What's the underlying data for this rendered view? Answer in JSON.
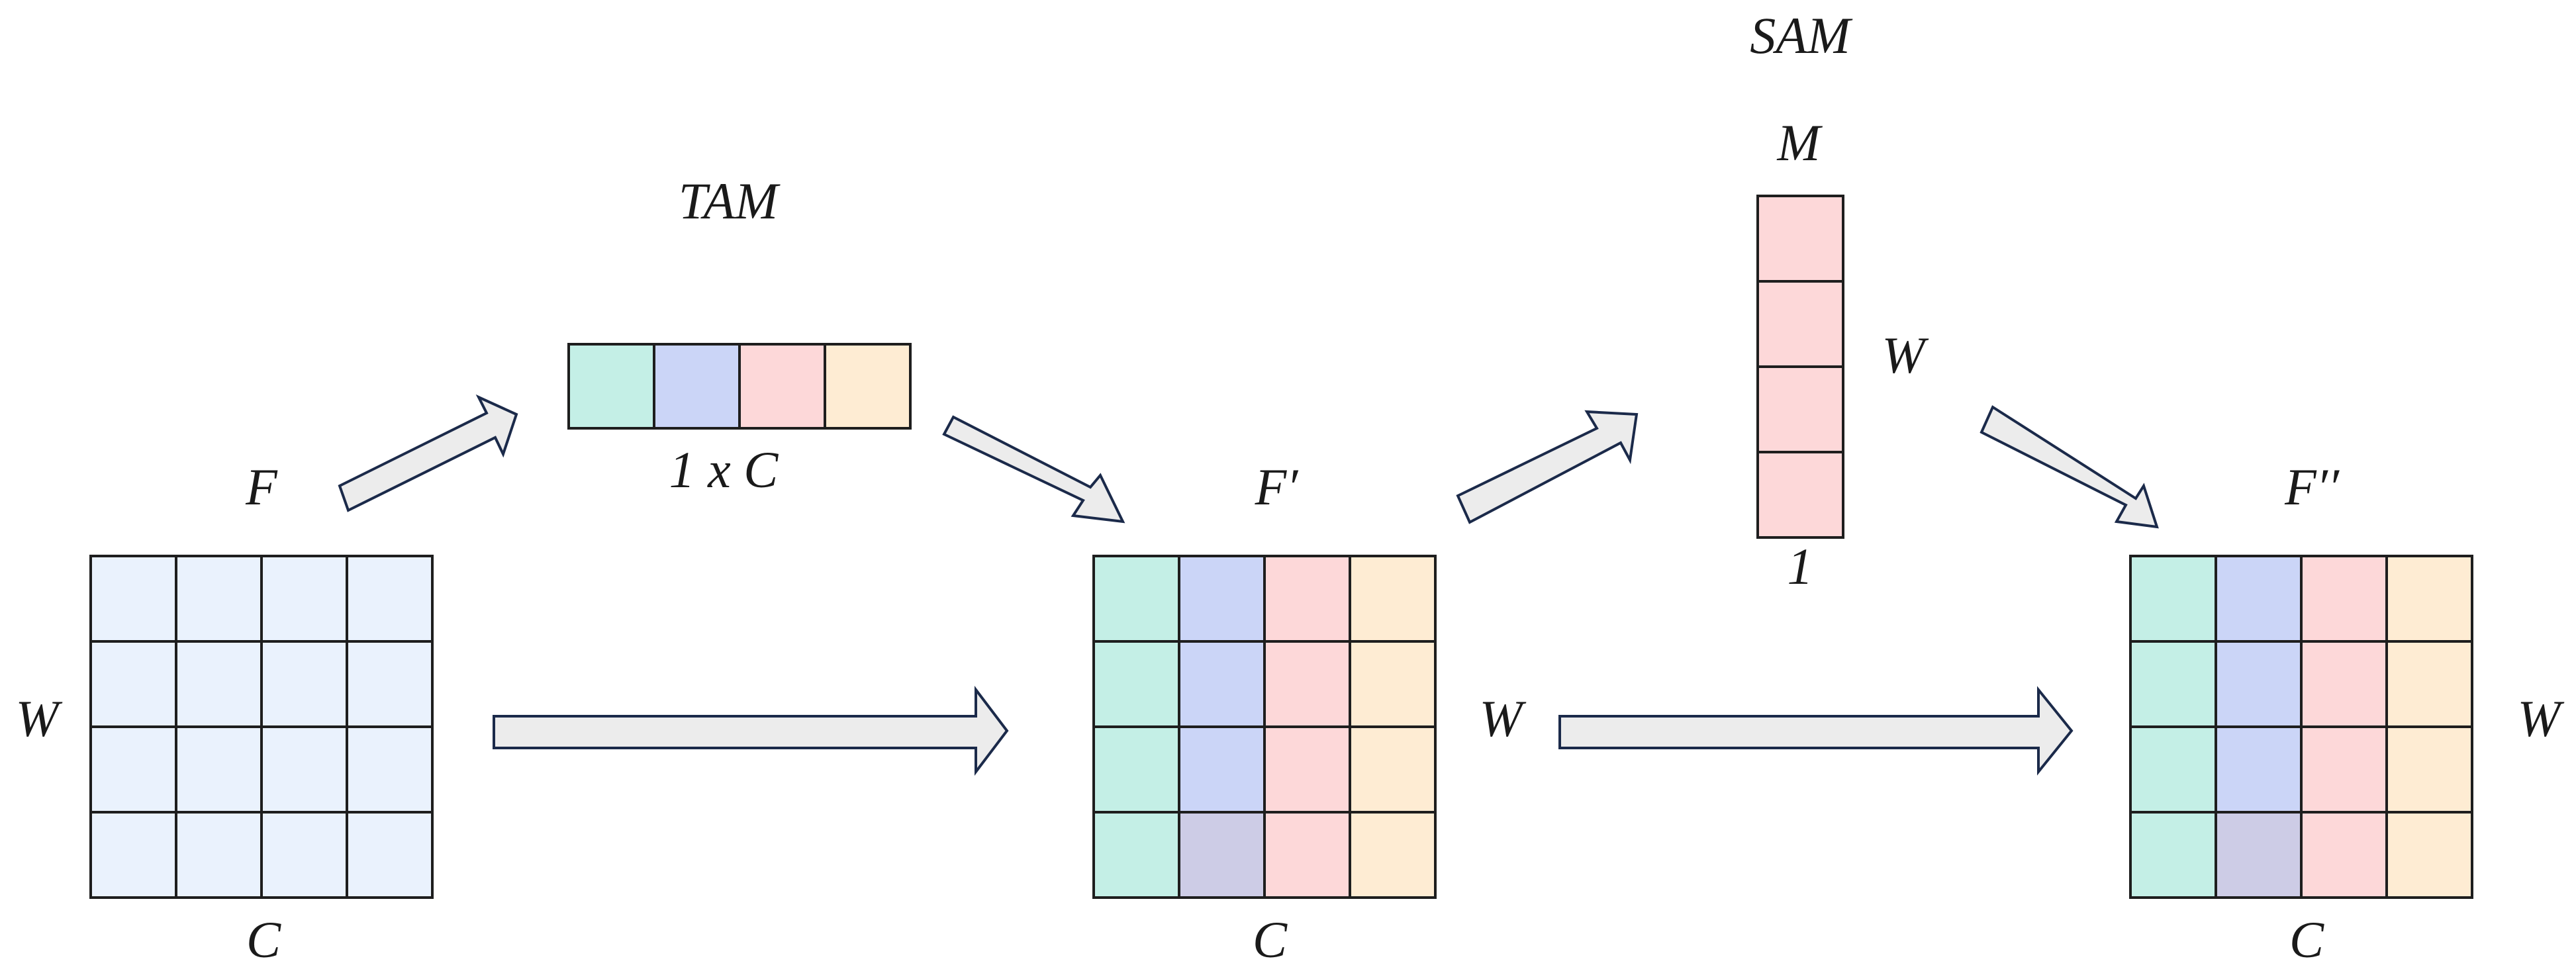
{
  "labels": {
    "f": "F",
    "f_prime": "F′",
    "f_double_prime": "F′′",
    "tam": "TAM",
    "sam": "SAM",
    "tam_dim": "1 x C",
    "sam_top": "M",
    "sam_side": "W",
    "sam_bottom": "1",
    "w_left": "W",
    "w_mid": "W",
    "w_right": "W",
    "c_left": "C",
    "c_mid": "C",
    "c_right": "C"
  },
  "colors": {
    "grid_stroke": "#1e1e1e",
    "input_cell": "#eaf2fd",
    "teal": "#c4efe6",
    "blue": "#cbd5f7",
    "blue_dark": "#cdcce6",
    "pink": "#fdd8d9",
    "peach": "#feecd3",
    "arrow_fill": "#ececec",
    "arrow_stroke": "#1b2a4a"
  },
  "tam_vector": [
    "teal",
    "blue",
    "pink",
    "peach"
  ],
  "sam_vector": [
    "pink",
    "pink",
    "pink",
    "pink"
  ],
  "grid_f": [
    [
      "input_cell",
      "input_cell",
      "input_cell",
      "input_cell"
    ],
    [
      "input_cell",
      "input_cell",
      "input_cell",
      "input_cell"
    ],
    [
      "input_cell",
      "input_cell",
      "input_cell",
      "input_cell"
    ],
    [
      "input_cell",
      "input_cell",
      "input_cell",
      "input_cell"
    ]
  ],
  "grid_f_prime": [
    [
      "teal",
      "blue",
      "pink",
      "peach"
    ],
    [
      "teal",
      "blue",
      "pink",
      "peach"
    ],
    [
      "teal",
      "blue",
      "pink",
      "peach"
    ],
    [
      "teal",
      "blue_dark",
      "pink",
      "peach"
    ]
  ],
  "grid_f_double_prime": [
    [
      "teal",
      "blue",
      "pink",
      "peach"
    ],
    [
      "teal",
      "blue",
      "pink",
      "peach"
    ],
    [
      "teal",
      "blue",
      "pink",
      "peach"
    ],
    [
      "teal",
      "blue_dark",
      "pink",
      "peach"
    ]
  ]
}
